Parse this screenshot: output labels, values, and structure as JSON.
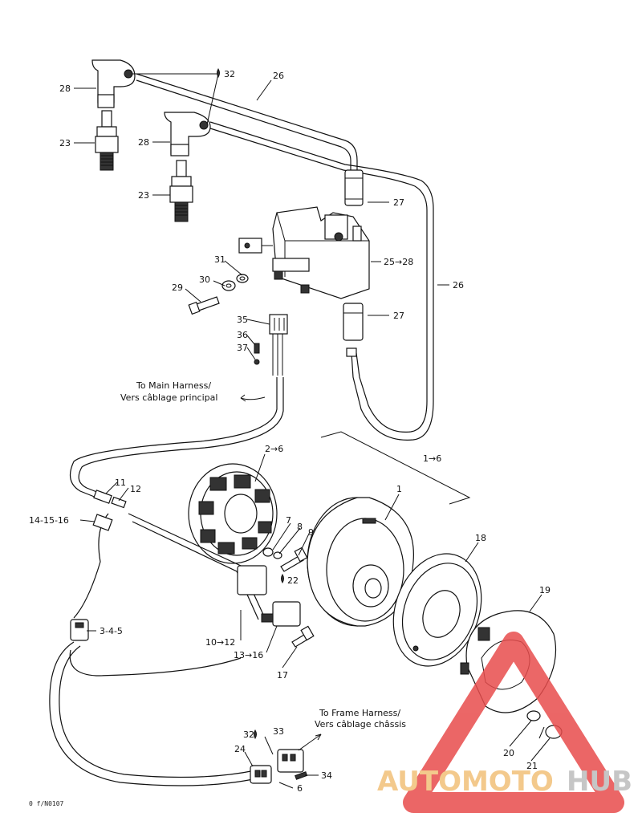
{
  "labels": {
    "l1": "1",
    "l1to6": "1→6",
    "l2to6": "2→6",
    "l3_4_5": "3-4-5",
    "l6": "6",
    "l7": "7",
    "l8": "8",
    "l9": "9",
    "l10to12": "10→12",
    "l11": "11",
    "l12": "12",
    "l13to16": "13→16",
    "l14_15_16": "14-15-16",
    "l17": "17",
    "l18": "18",
    "l19": "19",
    "l20": "20",
    "l21": "21",
    "l22": "22",
    "l23a": "23",
    "l23b": "23",
    "l24": "24",
    "l25to28": "25→28",
    "l26a": "26",
    "l26b": "26",
    "l27a": "27",
    "l27b": "27",
    "l28a": "28",
    "l28b": "28",
    "l29": "29",
    "l30": "30",
    "l31": "31",
    "l32a": "32",
    "l32b": "32",
    "l33": "33",
    "l34": "34",
    "l35": "35",
    "l36": "36",
    "l37": "37"
  },
  "notes": {
    "main_harness_line1": "To Main Harness/",
    "main_harness_line2": "Vers câblage principal",
    "frame_harness_line1": "To Frame Harness/",
    "frame_harness_line2": "Vers câblage châssis"
  },
  "drawing_reference": "0 f/N0107",
  "watermark": {
    "text_colored": "AUTOMOTO",
    "text_gray": "HUB",
    "triangle_color": "#e84c4c",
    "text_color": "#f2c079",
    "gray_color": "#bdbdbd"
  }
}
